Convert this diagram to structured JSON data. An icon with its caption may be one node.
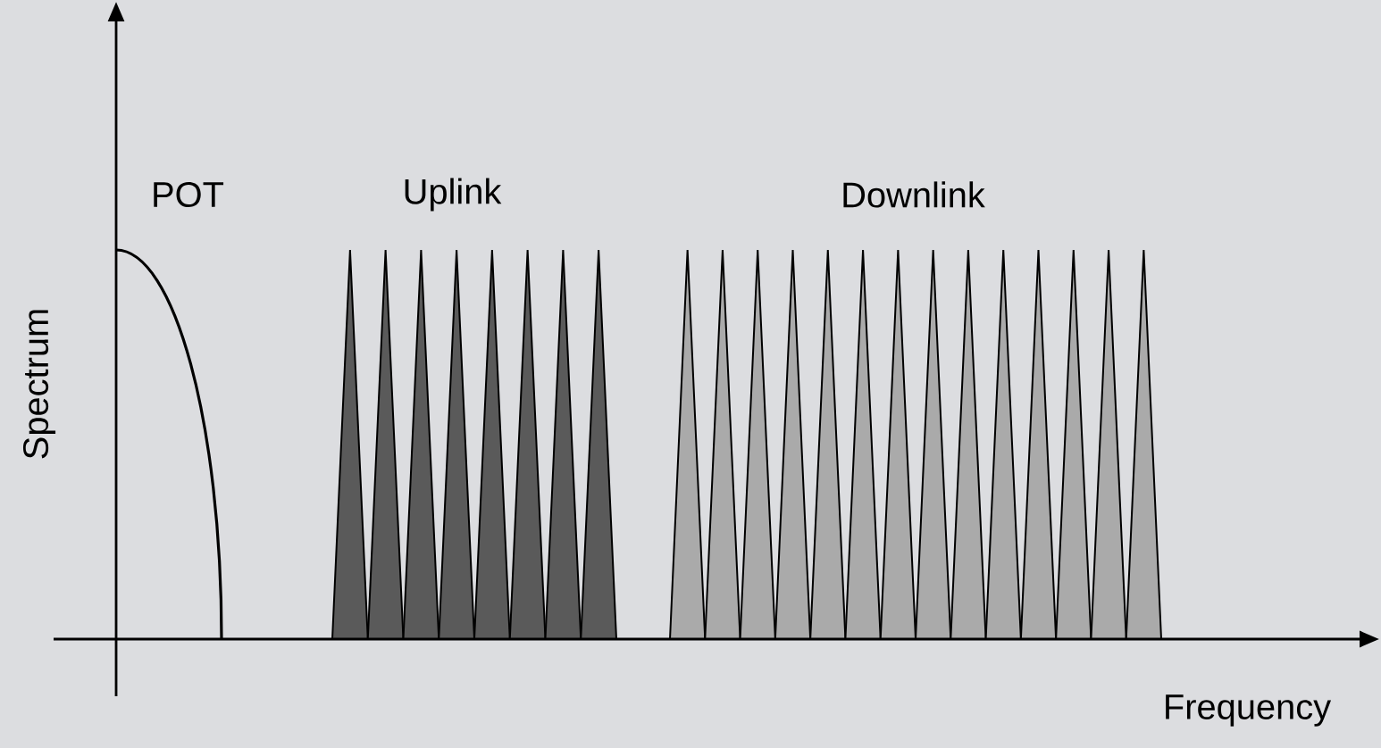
{
  "diagram": {
    "labels": [
      "POT",
      "Uplink",
      "Downlink",
      "Spectrum",
      "Frequency"
    ]
  }
}
